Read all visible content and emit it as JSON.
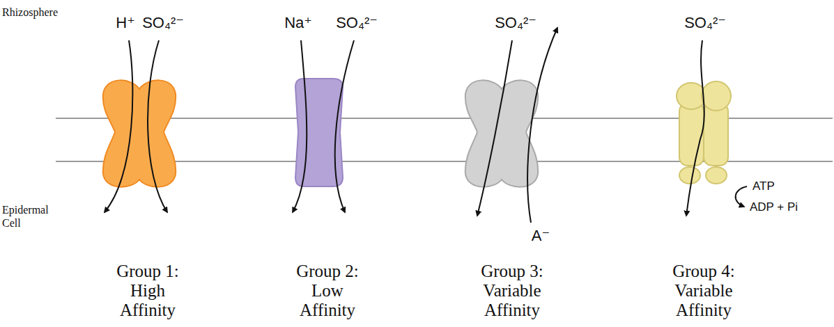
{
  "diagram": {
    "labels": [
      "Rhizosphere",
      "H⁺",
      "SO₄²⁻",
      "Na⁺",
      "SO₄²⁻",
      "SO₄²⁻",
      "SO₄²⁻",
      "Epidermal Cell",
      "A⁻",
      "ATP",
      "ADP + Pi",
      "Group 1: High Affinity",
      "Group 2: Low Affinity",
      "Group 3: Variable Affinity",
      "Group 4: Variable Affinity"
    ]
  }
}
